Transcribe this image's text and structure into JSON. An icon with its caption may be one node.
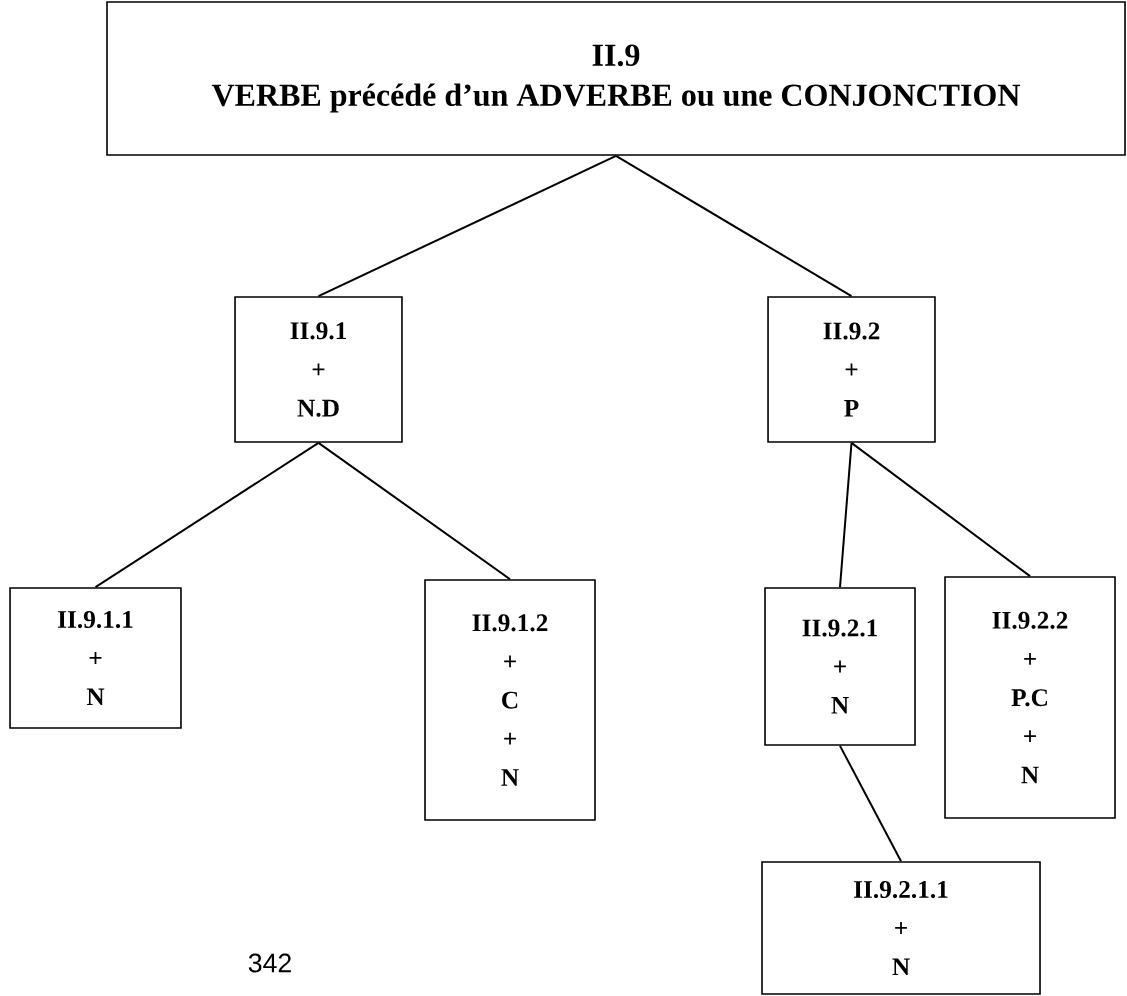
{
  "diagram": {
    "nodes": [
      {
        "text": [
          "II.9",
          "VERBE précédé d’un ADVERBE ou une CONJONCTION"
        ]
      },
      {
        "text": [
          "II.9.1",
          "+",
          "N.D"
        ]
      },
      {
        "text": [
          "II.9.2",
          "+",
          "P"
        ]
      },
      {
        "text": [
          "II.9.1.1",
          "+",
          "N"
        ]
      },
      {
        "text": [
          "II.9.1.2",
          "+",
          "C",
          "+",
          "N"
        ]
      },
      {
        "text": [
          "II.9.2.1",
          "+",
          "N"
        ]
      },
      {
        "text": [
          "II.9.2.2",
          "+",
          "P.C",
          "+",
          "N"
        ]
      },
      {
        "text": [
          "II.9.2.1.1",
          "+",
          "N"
        ]
      }
    ],
    "edges": [
      {
        "from": 0,
        "to": 1,
        "arrow": "none"
      },
      {
        "from": 0,
        "to": 2,
        "arrow": "none"
      },
      {
        "from": 1,
        "to": 3,
        "arrow": "none"
      },
      {
        "from": 1,
        "to": 4,
        "arrow": "none"
      },
      {
        "from": 2,
        "to": 5,
        "arrow": "none"
      },
      {
        "from": 2,
        "to": 6,
        "arrow": "none"
      },
      {
        "from": 5,
        "to": 7,
        "arrow": "none"
      }
    ],
    "labels": [
      "342"
    ]
  }
}
